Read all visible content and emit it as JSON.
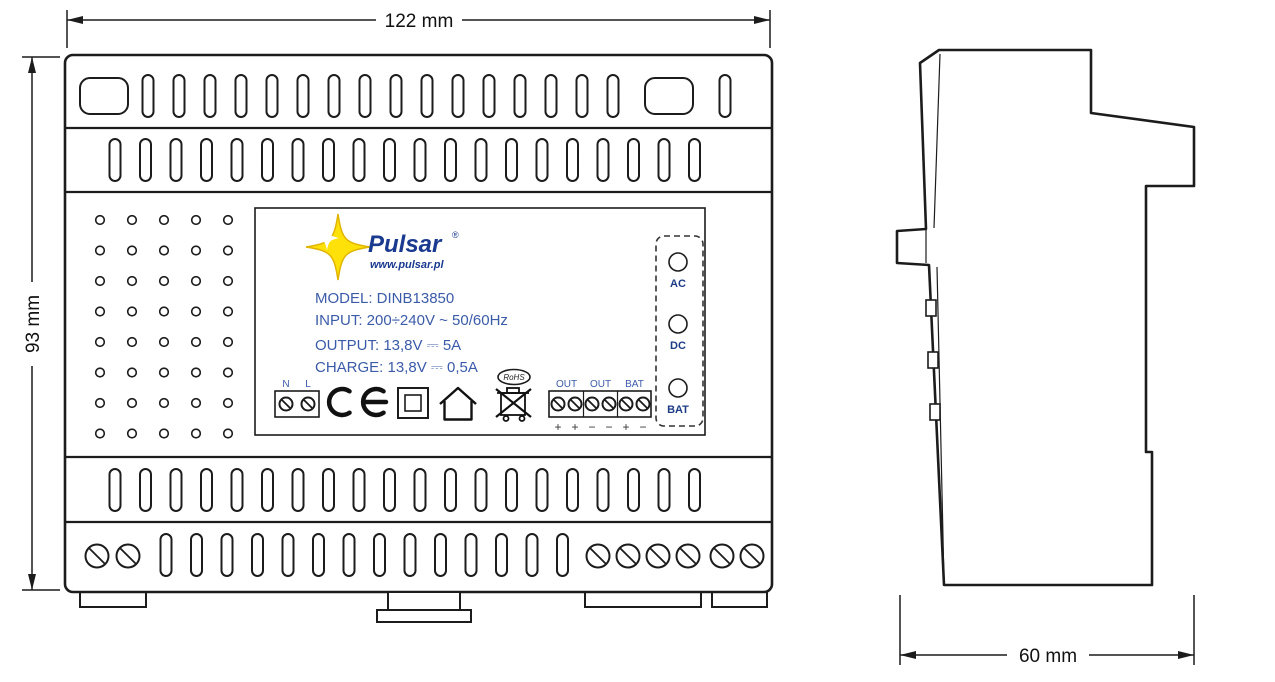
{
  "dimensions": {
    "width": "122 mm",
    "height": "93 mm",
    "depth": "60 mm"
  },
  "label": {
    "brand": "Pulsar",
    "trademark": "®",
    "website": "www.pulsar.pl",
    "lines": {
      "model": "MODEL: DINB13850",
      "input": "INPUT: 200÷240V ~ 50/60Hz",
      "output": "OUTPUT: 13,8V ⎓ 5A",
      "charge": "CHARGE: 13,8V ⎓ 0,5A"
    },
    "mains_terminals": {
      "n": "N",
      "l": "L"
    },
    "output_terminals": {
      "groups": [
        "OUT",
        "OUT",
        "BAT"
      ],
      "polarity": [
        "+",
        "+",
        "−",
        "−",
        "+",
        "−"
      ]
    },
    "leds": [
      "AC",
      "DC",
      "BAT"
    ],
    "rohs": "RoHS"
  },
  "icons": [
    "ce-mark",
    "class2-double-insulation",
    "indoor-use-house",
    "weee-crossed-bin",
    "rohs-oval"
  ],
  "colors": {
    "line": "#1c1c1c",
    "label_text": "#3b5ba8",
    "brand_blue": "#1a3a8f",
    "led_text": "#1d3c86",
    "star_yellow": "#ffe10a",
    "star_outline": "#e0b400"
  }
}
